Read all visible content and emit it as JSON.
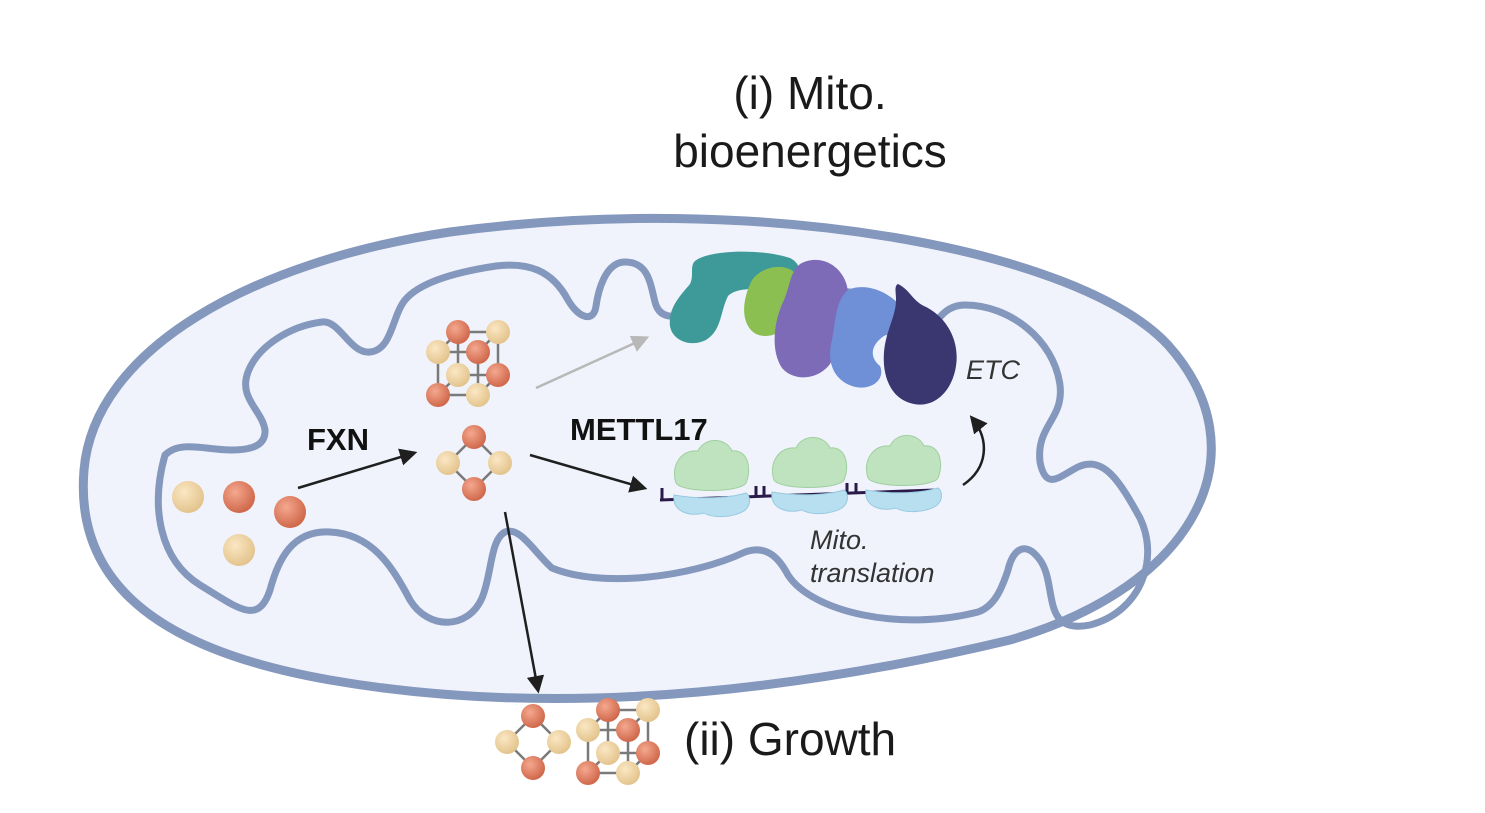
{
  "labels": {
    "title_line1": "(i) Mito.",
    "title_line2": "bioenergetics",
    "fxn": "FXN",
    "mettl17": "METTL17",
    "etc": "ETC",
    "translation_line1": "Mito.",
    "translation_line2": "translation",
    "growth": "(ii) Growth"
  },
  "colors": {
    "membrane": "#8497bd",
    "matrix_fill": "#f0f3fb",
    "iron_atom": "#e07a5c",
    "sulfur_atom": "#efd3a0",
    "arrow_dark": "#1f1f1f",
    "arrow_light": "#b8b8b8",
    "ribosome_large": "#bfe3bf",
    "ribosome_small": "#b8dff0",
    "mrna": "#2a1a4a",
    "etc_teal": "#3e9a98",
    "etc_lime": "#8cbf52",
    "etc_violet": "#7d6bb8",
    "etc_blue": "#6f8fd6",
    "etc_navy": "#3a3670"
  },
  "icons": {
    "cluster_4fe4s": "fe4s4-cube-icon",
    "cluster_2fe2s": "fe2s2-diamond-icon",
    "free_ions": "iron-sulfur-ions-icon",
    "ribosome": "ribosome-icon",
    "etc_complexes": "etc-complexes-icon"
  }
}
